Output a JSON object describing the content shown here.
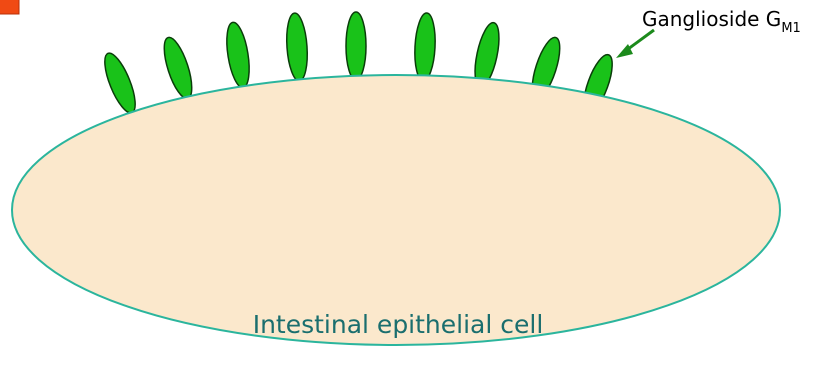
{
  "diagram": {
    "cell_label": "Intestinal epithelial cell",
    "receptor_label": {
      "main": "Ganglioside G",
      "subscript": "M1"
    },
    "receptor_count": 9,
    "colors": {
      "cell_fill": "#fbe8cc",
      "cell_outline": "#2bb59d",
      "receptor_fill": "#19c219",
      "receptor_outline": "#0a3d0a",
      "arrow": "#1c8a1c",
      "label_text_cell": "#1a6e6e",
      "label_text_receptor": "#000000",
      "corner_marker": "#f04a14"
    }
  }
}
